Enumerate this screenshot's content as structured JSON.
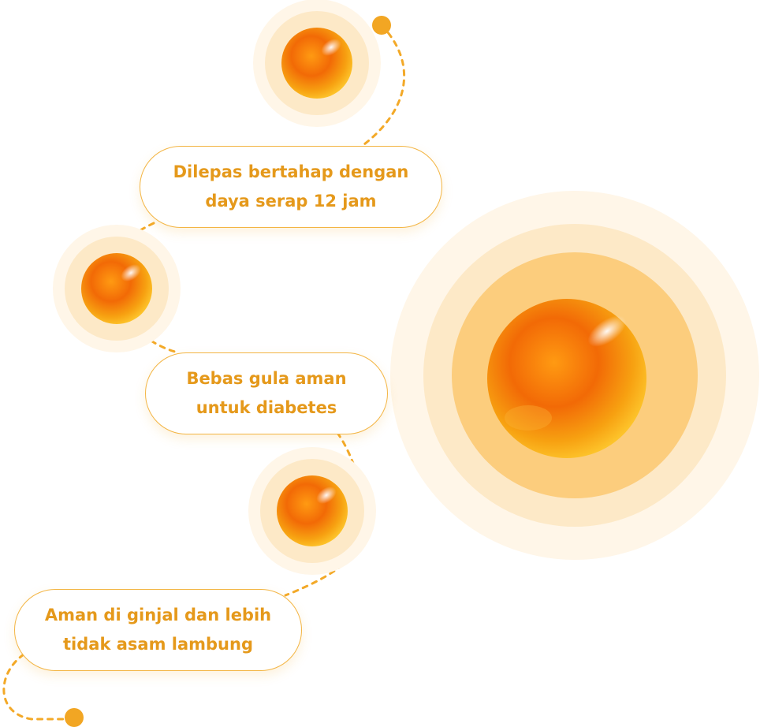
{
  "colors": {
    "accent": "#F2A623",
    "text": "#E5991B",
    "border": "#F3B544",
    "halo_light": "#FFF6E8",
    "halo_mid": "#FDE9C7",
    "halo_strong": "#FCCD7D"
  },
  "benefits": [
    {
      "line1": "Dilepas bertahap dengan",
      "line2": "daya serap 12 jam"
    },
    {
      "line1": "Bebas gula aman",
      "line2": "untuk diabetes"
    },
    {
      "line1": "Aman di ginjal dan lebih",
      "line2": "tidak asam lambung"
    }
  ],
  "icons": [
    "orange-orb-icon",
    "path-dot-icon"
  ]
}
